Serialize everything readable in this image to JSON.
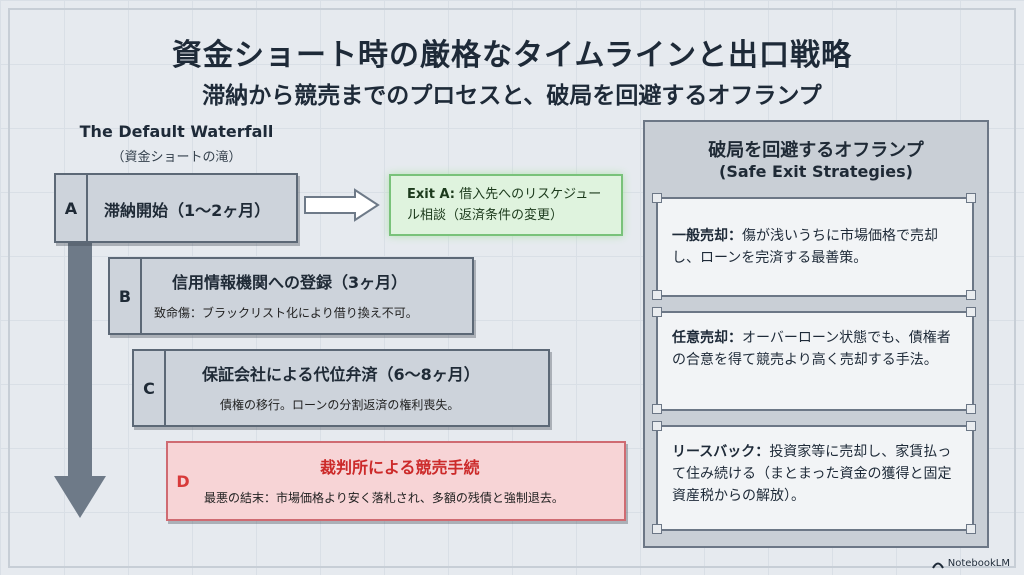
{
  "title": "資金ショート時の厳格なタイムラインと出口戦略",
  "subtitle": "滞納から競売までのプロセスと、破局を回避するオフランプ",
  "waterfall": {
    "title": "The Default Waterfall",
    "subtitle": "（資金ショートの滝）",
    "steps": [
      {
        "letter": "A",
        "head": "滞納開始（1〜2ヶ月）",
        "desc": ""
      },
      {
        "letter": "B",
        "head": "信用情報機関への登録（3ヶ月）",
        "desc": "致命傷：ブラックリスト化により借り換え不可。"
      },
      {
        "letter": "C",
        "head": "保証会社による代位弁済（6〜8ヶ月）",
        "desc": "債権の移行。ローンの分割返済の権利喪失。"
      },
      {
        "letter": "D",
        "head": "裁判所による競売手続",
        "desc": "最悪の結末：市場価格より安く落札され、多額の残債と強制退去。"
      }
    ]
  },
  "exit_a": {
    "label": "Exit A:",
    "text": "借入先へのリスケジュール相談（返済条件の変更）"
  },
  "offramp": {
    "title": "破局を回避するオフランプ",
    "subtitle": "(Safe Exit Strategies)",
    "cards": [
      {
        "term": "一般売却：",
        "text": "傷が浅いうちに市場価格で売却し、ローンを完済する最善策。"
      },
      {
        "term": "任意売却：",
        "text": "オーバーローン状態でも、債権者の合意を得て競売より高く売却する手法。"
      },
      {
        "term": "リースバック：",
        "text": "投資家等に売却し、家賃払って住み続ける（まとまった資金の獲得と固定資産税からの解放）。"
      }
    ]
  },
  "badge": "NotebookLM",
  "colors": {
    "danger": "#cc2a2a",
    "safe": "#79c27a",
    "panel": "#c9cfd6"
  }
}
